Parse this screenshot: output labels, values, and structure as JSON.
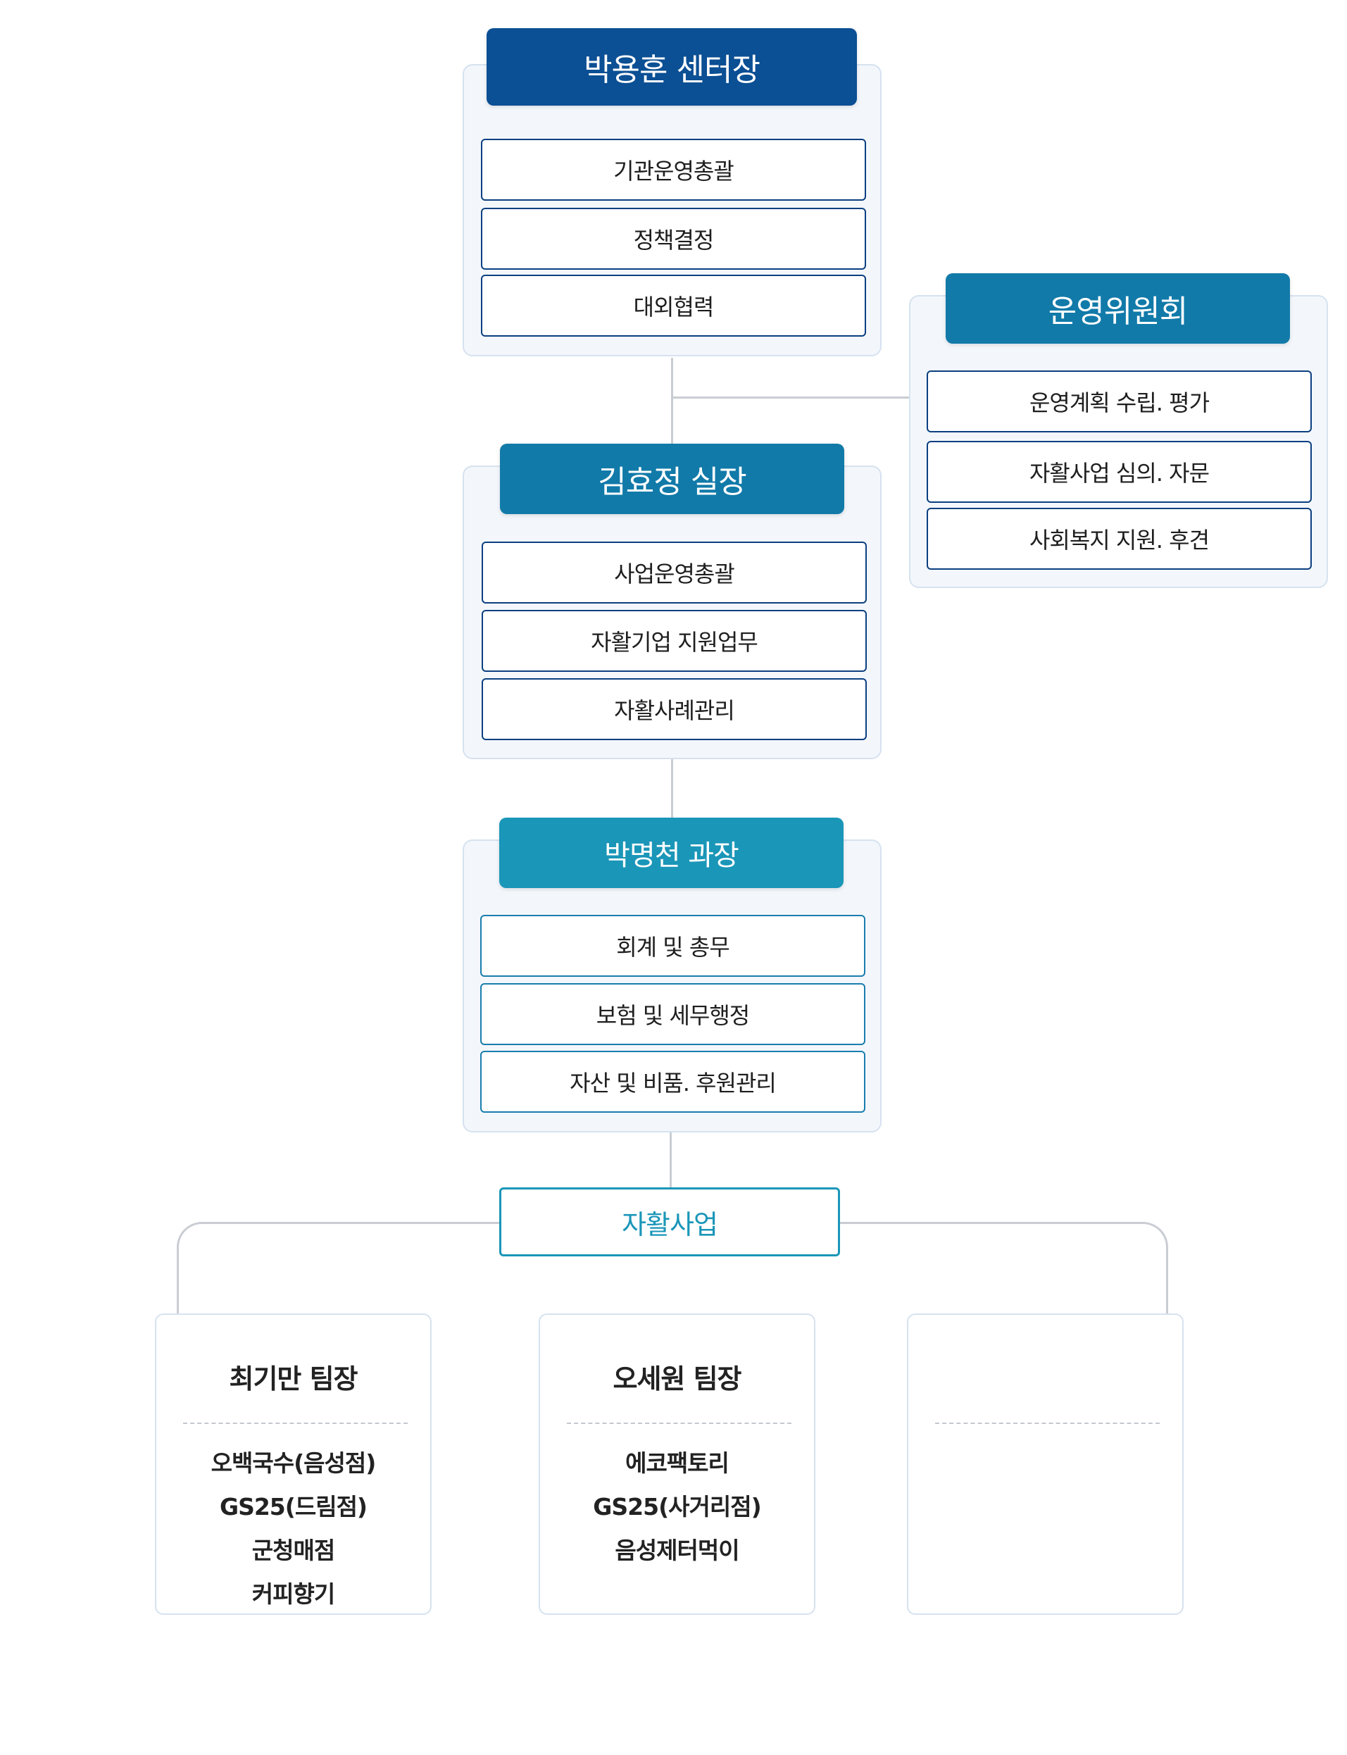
{
  "director": {
    "title": "박용훈 센터장",
    "color": "#0b4f94",
    "duties": [
      "기관운영총괄",
      "정책결정",
      "대외협력"
    ]
  },
  "committee": {
    "title": "운영위원회",
    "color": "#117aa9",
    "duties": [
      "운영계획 수립. 평가",
      "자활사업 심의. 자문",
      "사회복지 지원. 후견"
    ]
  },
  "manager": {
    "title": "김효정 실장",
    "color": "#117aa9",
    "duties": [
      "사업운영총괄",
      "자활기업 지원업무",
      "자활사례관리"
    ]
  },
  "section_chief": {
    "title": "박명천 과장",
    "color": "#1a96b8",
    "duties": [
      "회계 및 총무",
      "보험 및 세무행정",
      "자산 및 비품. 후원관리"
    ]
  },
  "business": {
    "label": "자활사업",
    "color": "#1a96b8"
  },
  "teams": [
    {
      "leader": "최기만 팀장",
      "stores": [
        "오백국수(음성점)",
        "GS25(드림점)",
        "군청매점",
        "커피향기"
      ]
    },
    {
      "leader": "오세원 팀장",
      "stores": [
        "에코팩토리",
        "GS25(사거리점)",
        "음성제터먹이"
      ]
    },
    {
      "leader": "",
      "stores": []
    }
  ]
}
